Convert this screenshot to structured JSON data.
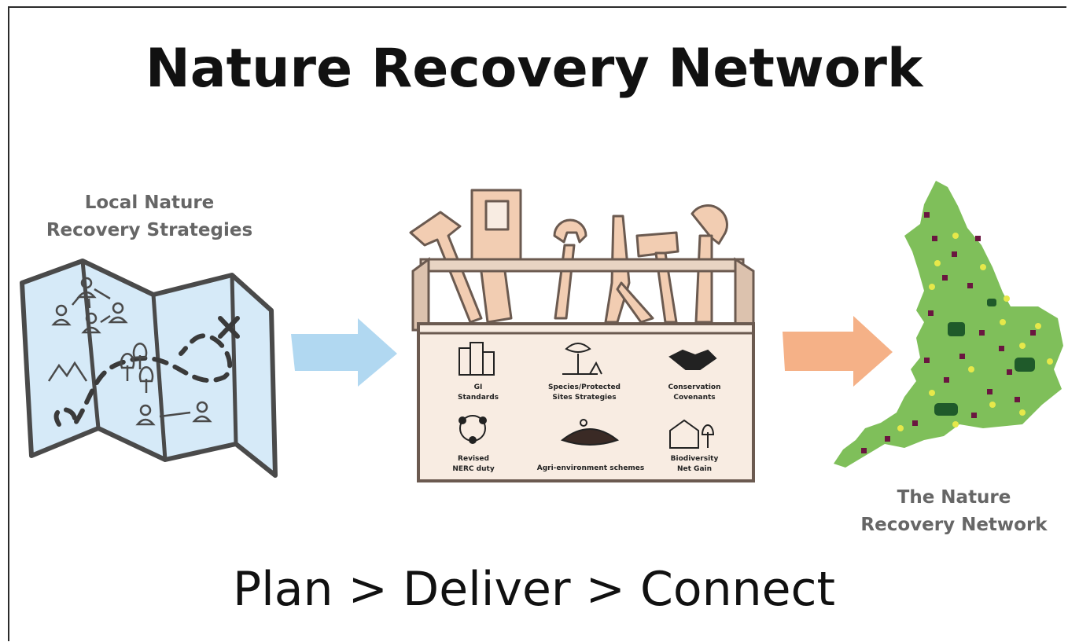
{
  "title": "Nature Recovery Network",
  "left_label": {
    "line1": "Local Nature",
    "line2": "Recovery Strategies"
  },
  "right_label": {
    "line1": "The Nature",
    "line2": "Recovery Network"
  },
  "tagline": "Plan > Deliver > Connect",
  "toolbox": {
    "items": [
      {
        "line1": "GI Standards",
        "line2": "",
        "icon": "buildings-icon"
      },
      {
        "line1": "Species/Protected",
        "line2": "Sites Strategies",
        "icon": "tree-plants-icon"
      },
      {
        "line1": "Conservation",
        "line2": "Covenants",
        "icon": "handshake-icon"
      },
      {
        "line1": "Revised",
        "line2": "NERC duty",
        "icon": "recycle-cycle-icon"
      },
      {
        "line1": "Agri-environment schemes",
        "line2": "",
        "icon": "farm-fields-icon"
      },
      {
        "line1": "Biodiversity",
        "line2": "Net Gain",
        "icon": "house-tree-icon"
      }
    ]
  },
  "colors": {
    "map_fill": "#d6eaf8",
    "arrow_blue": "#a9d4ef",
    "arrow_orange": "#f4a87a",
    "box_fill": "#f8ece2",
    "box_stroke": "#6b5a50",
    "england_green": "#7fbf5a",
    "dot_purple": "#6a1640",
    "dot_yellow": "#e6e84a",
    "dark_green": "#1f5a2a"
  }
}
